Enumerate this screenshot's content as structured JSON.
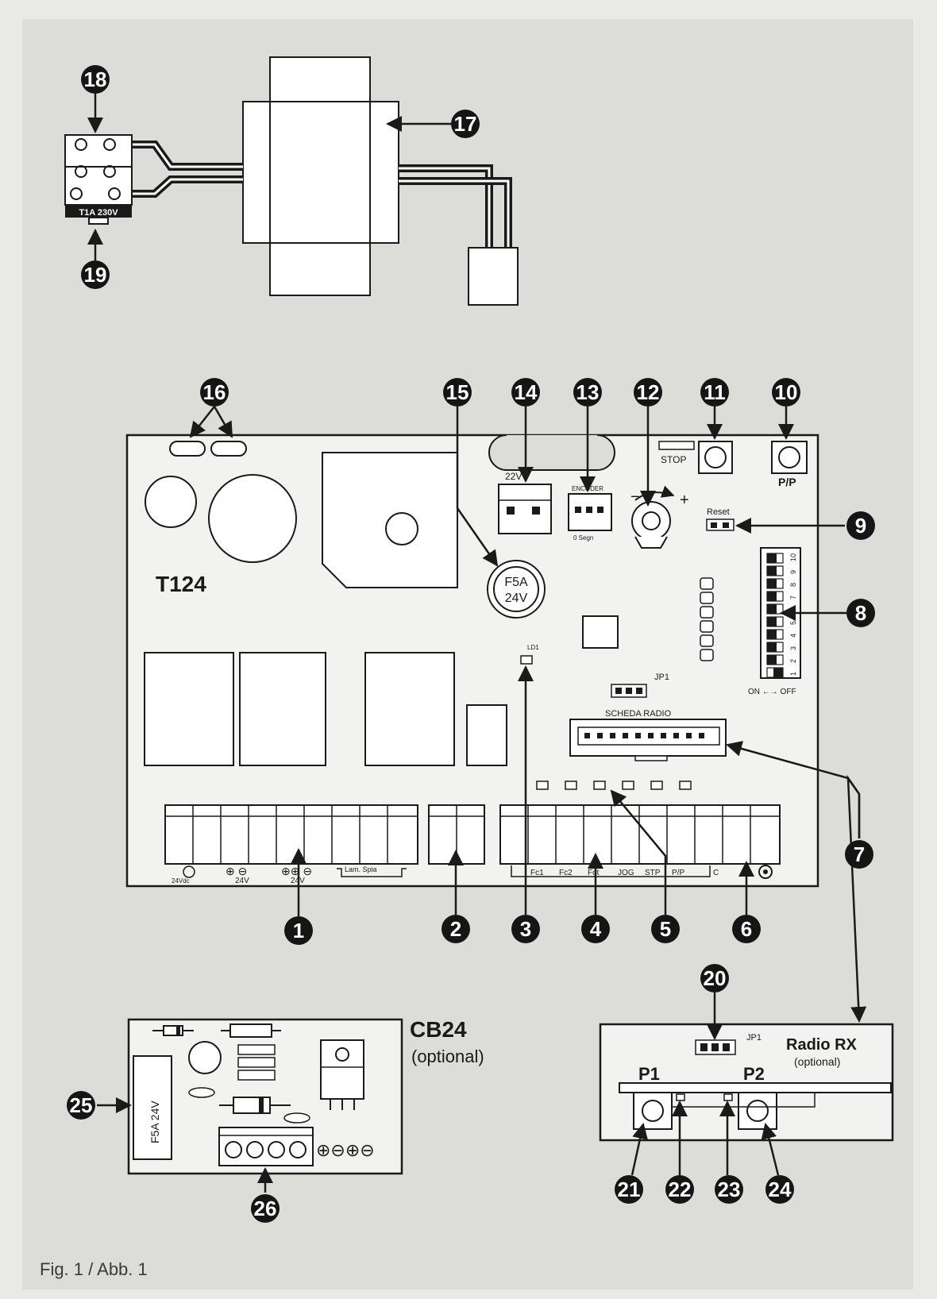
{
  "page": {
    "background": "#e9e9e6",
    "caption": "Fig. 1 / Abb. 1"
  },
  "fuse_holder": {
    "label": "T1A 230V"
  },
  "board": {
    "name": "T124",
    "header_22v": "22V",
    "encoder_label": "ENCODER",
    "encoder_sub": "0  Segn",
    "stop_label": "STOP",
    "pp_label": "P/P",
    "reset_label": "Reset",
    "fuse_line1": "F5A",
    "fuse_line2": "24V",
    "ld1_label": "LD1",
    "jp1_label": "JP1",
    "scheda_radio_label": "SCHEDA RADIO",
    "dip_numbers": [
      "1",
      "2",
      "3",
      "4",
      "5",
      "6",
      "7",
      "8",
      "9",
      "10"
    ],
    "dip_on_off": "ON ←→ OFF",
    "terminals": {
      "motor_label": "24Vdc",
      "t24v_a": "24V",
      "t24v_b": "24V",
      "lamp_label": "Lam. Spia",
      "inputs": [
        "Fc1",
        "Fc2",
        "Fot",
        "JOG",
        "STP",
        "P/P",
        "C"
      ]
    }
  },
  "cb24": {
    "title": "CB24",
    "subtitle": "(optional)",
    "fuse_label": "F5A 24V",
    "terminal_signs": "⊕⊖⊕⊖"
  },
  "radio": {
    "title": "Radio RX",
    "subtitle": "(optional)",
    "jp1": "JP1",
    "p1": "P1",
    "p2": "P2"
  },
  "callouts": [
    "1",
    "2",
    "3",
    "4",
    "5",
    "6",
    "7",
    "8",
    "9",
    "10",
    "11",
    "12",
    "13",
    "14",
    "15",
    "16",
    "17",
    "18",
    "19",
    "20",
    "21",
    "22",
    "23",
    "24",
    "25",
    "26"
  ],
  "colors": {
    "ink": "#1a1a1a",
    "badge": "#151515",
    "line": "#2a2a2a"
  }
}
